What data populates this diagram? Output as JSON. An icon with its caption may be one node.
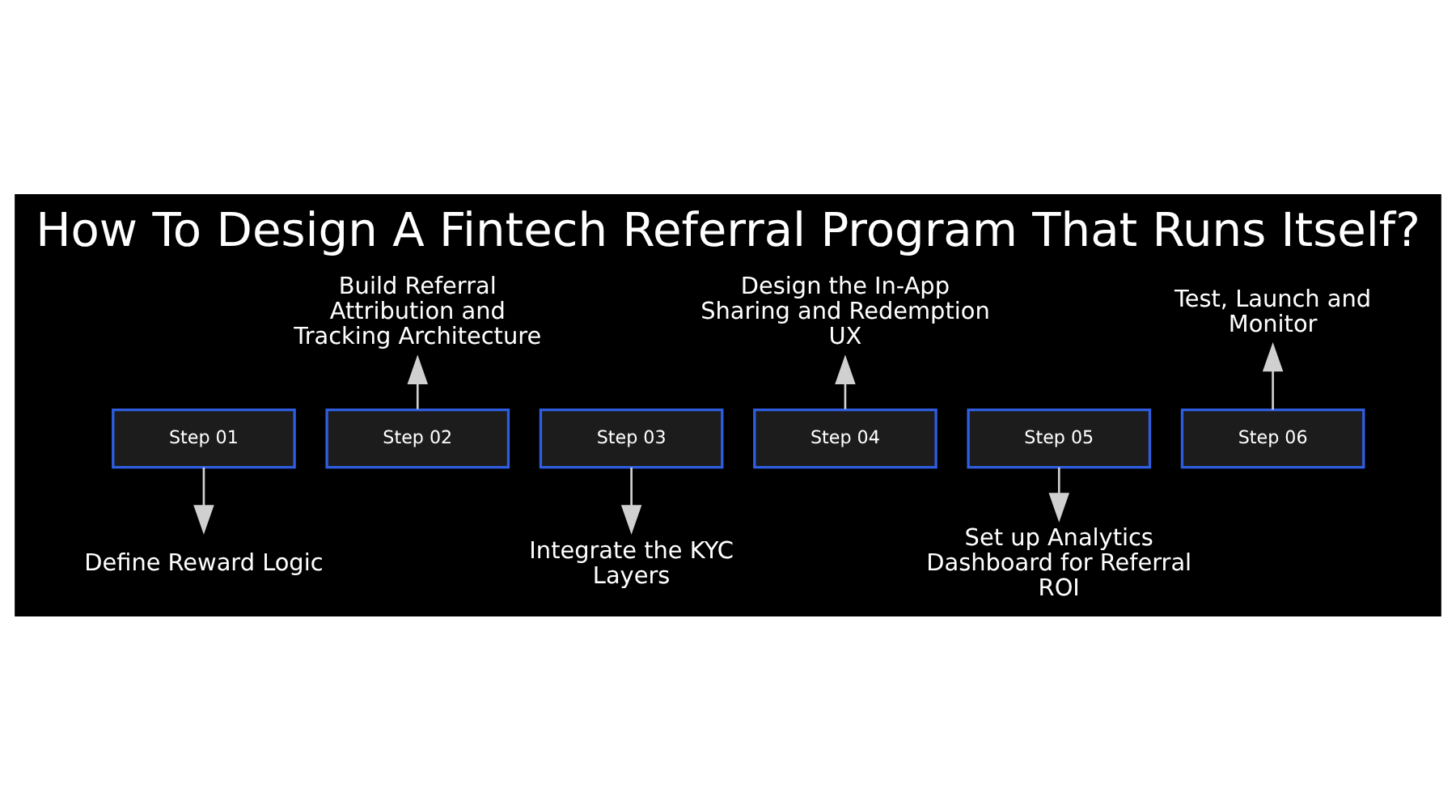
{
  "diagram": {
    "title": "How To Design A Fintech Referral Program That Runs Itself?",
    "nodes": [
      {
        "text": [
          "Step 01"
        ]
      },
      {
        "text": [
          "Define Reward Logic"
        ]
      },
      {
        "text": [
          "Step 02"
        ]
      },
      {
        "text": [
          "Build Referral Attribution and Tracking Architecture"
        ]
      },
      {
        "text": [
          "Step 03"
        ]
      },
      {
        "text": [
          "Integrate the KYC Layers"
        ]
      },
      {
        "text": [
          "Step 04"
        ]
      },
      {
        "text": [
          "Design the In-App Sharing and Redemption UX"
        ]
      },
      {
        "text": [
          "Step 05"
        ]
      },
      {
        "text": [
          "Set up Analytics Dashboard for Referral ROI"
        ]
      },
      {
        "text": [
          "Step 06"
        ]
      },
      {
        "text": [
          "Test, Launch and Monitor"
        ]
      }
    ],
    "edges": [
      {
        "from": 0,
        "to": 1,
        "arrow": "to"
      },
      {
        "from": 2,
        "to": 3,
        "arrow": "to"
      },
      {
        "from": 4,
        "to": 5,
        "arrow": "to"
      },
      {
        "from": 6,
        "to": 7,
        "arrow": "to"
      },
      {
        "from": 8,
        "to": 9,
        "arrow": "to"
      },
      {
        "from": 10,
        "to": 11,
        "arrow": "to"
      }
    ]
  }
}
